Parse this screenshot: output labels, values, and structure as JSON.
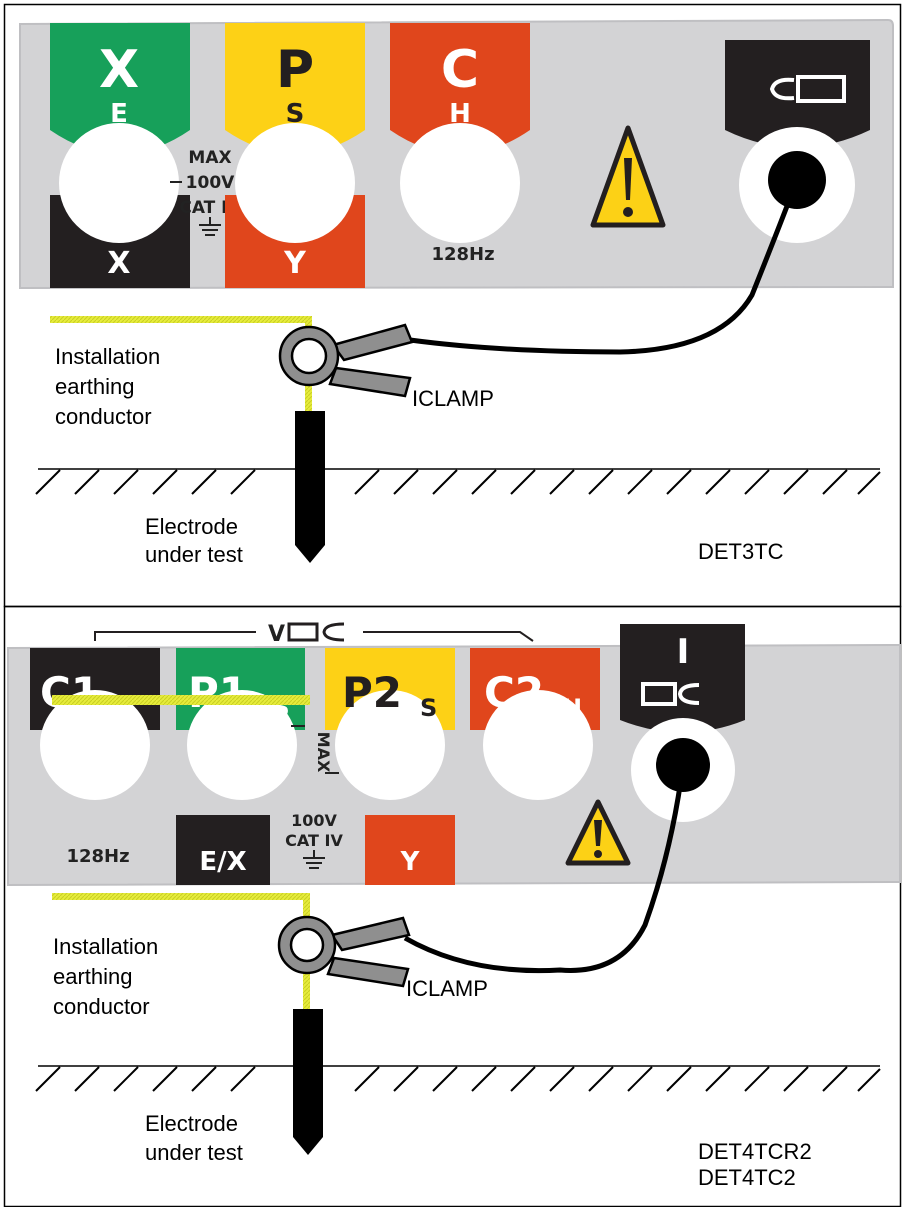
{
  "colors": {
    "panel": "#d3d3d5",
    "panel_edge": "#bfbfc2",
    "green": "#17a05a",
    "yellow": "#fdd116",
    "red": "#e0461c",
    "black": "#231f20",
    "conductor": "#e6ec3c",
    "clamp_grey": "#8f8f8f",
    "warning_yellow": "#fcd116"
  },
  "diagram1": {
    "terminals": {
      "x_top": "X",
      "x_top_sub": "E",
      "x_bottom": "X",
      "p_top": "P",
      "p_top_sub": "S",
      "p_bottom": "Y",
      "c_top": "C",
      "c_top_sub": "H"
    },
    "max_line1": "MAX",
    "max_line2": "100V",
    "max_line3": "CAT IV",
    "frequency": "128Hz",
    "labels": {
      "earthing_line1": "Installation",
      "earthing_line2": "earthing",
      "earthing_line3": "conductor",
      "clamp": "ICLAMP",
      "electrode_line1": "Electrode",
      "electrode_line2": "under test",
      "model": "DET3TC"
    }
  },
  "diagram2": {
    "bracket_label": "V",
    "terminals": {
      "c1": "C1",
      "c1_sub": "E",
      "p1": "P1",
      "p1_sub": "ES",
      "p1_bottom": "E/X",
      "p2": "P2",
      "p2_sub": "S",
      "p2_bottom": "Y",
      "c2": "C2",
      "c2_sub": "H",
      "i": "I"
    },
    "max_vertical": "MAX",
    "voltage": "100V",
    "category": "CAT IV",
    "frequency": "128Hz",
    "labels": {
      "earthing_line1": "Installation",
      "earthing_line2": "earthing",
      "earthing_line3": "conductor",
      "clamp": "ICLAMP",
      "electrode_line1": "Electrode",
      "electrode_line2": "under test",
      "model_line1": "DET4TCR2",
      "model_line2": "DET4TC2"
    }
  }
}
